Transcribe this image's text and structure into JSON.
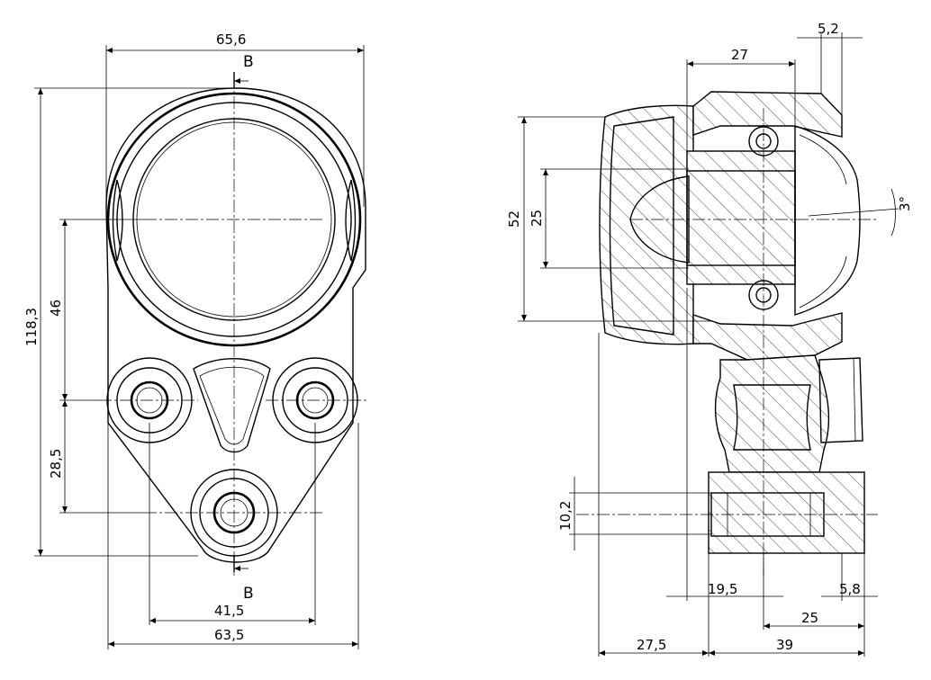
{
  "drawing": {
    "section_labels": {
      "top": "B",
      "bottom": "B"
    },
    "front_view_dimensions": {
      "overall_width_top": "65,6",
      "overall_height": "118,3",
      "left_vertical_upper": "46",
      "left_vertical_lower": "28,5",
      "bottom_inner_width": "41,5",
      "bottom_outer_width": "63,5"
    },
    "side_view_dimensions": {
      "top_width": "27",
      "top_small": "5,2",
      "angle": "3°",
      "outer_height": "52",
      "inner_height": "25",
      "lower_small_height": "10,2",
      "bottom_19_5": "19,5",
      "bottom_5_8": "5,8",
      "bottom_25": "25",
      "bottom_27_5": "27,5",
      "bottom_39": "39"
    }
  }
}
